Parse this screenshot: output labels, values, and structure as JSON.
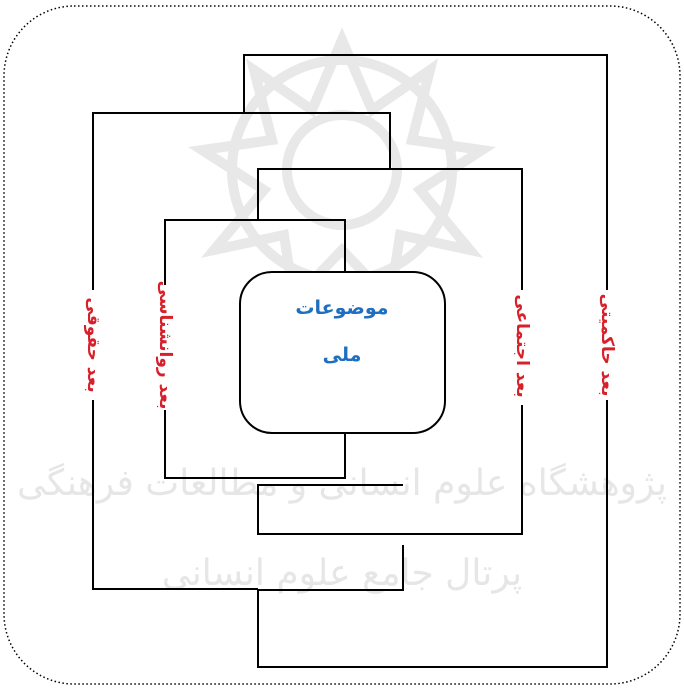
{
  "diagram": {
    "center": {
      "line1": "موضوعات",
      "line2": "ملی"
    },
    "dimensions": [
      {
        "id": "legal",
        "label": "بعد حقوقی"
      },
      {
        "id": "psychological",
        "label": "بعد روانشناسی"
      },
      {
        "id": "social",
        "label": "بعد اجتماعی"
      },
      {
        "id": "sovereignty",
        "label": "بعد حاکمیتی"
      }
    ]
  },
  "watermark": {
    "line1": "پژوهشگاه علوم انسانی و مطالعات فرهنگی",
    "line2": "پرتال جامع علوم انسانی"
  },
  "colors": {
    "label": "#d8202a",
    "center_text": "#1f6fc0",
    "lines": "#000000",
    "watermark": "#e6e6e6",
    "frame": "#000000"
  }
}
